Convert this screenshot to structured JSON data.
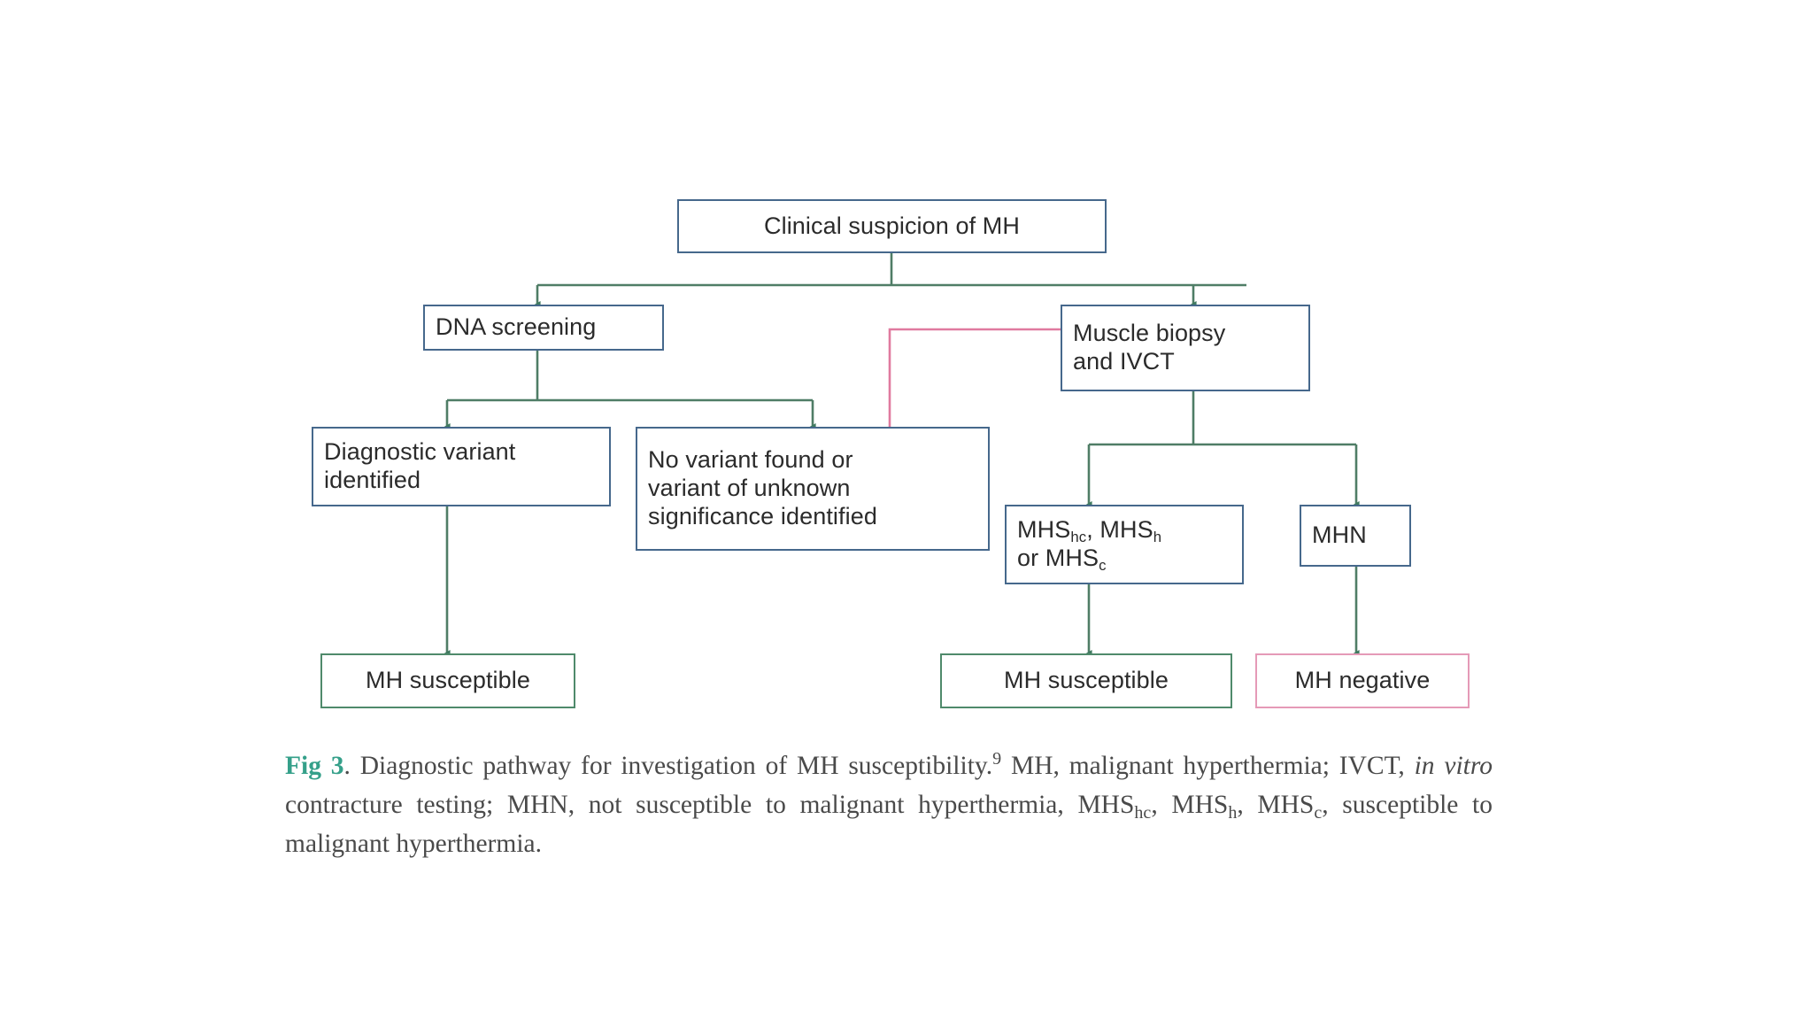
{
  "figure": {
    "colors": {
      "node_border_blue": "#46688c",
      "node_border_green": "#4f8a6b",
      "node_border_pink": "#e59ab7",
      "connector_green": "#4f7d66",
      "connector_pink": "#e07a9f",
      "caption_label": "#35a08a",
      "background": "#ffffff"
    },
    "nodes": {
      "clinical_suspicion": "Clinical suspicion of MH",
      "dna_screening": "DNA screening",
      "muscle_biopsy": "Muscle biopsy and IVCT",
      "muscle_biopsy_line1": "Muscle biopsy",
      "muscle_biopsy_line2": "and IVCT",
      "diagnostic_variant_line1": "Diagnostic variant",
      "diagnostic_variant_line2": "identified",
      "no_variant_line1": "No variant found or",
      "no_variant_line2": "variant of unknown",
      "no_variant_line3": "significance identified",
      "mhs_line1_a": "MHS",
      "mhs_line1_a_sub": "hc",
      "mhs_line1_sep": ", MHS",
      "mhs_line1_b_sub": "h",
      "mhs_line2": "or MHS",
      "mhs_line2_sub": "c",
      "mhn": "MHN",
      "mh_susceptible_left": "MH susceptible",
      "mh_susceptible_right": "MH susceptible",
      "mh_negative": "MH negative"
    },
    "caption": {
      "label": "Fig 3",
      "part1": ". Diagnostic pathway for investigation of MH susceptibility.",
      "ref": "9",
      "part2": " MH, malignant hyperthermia; IVCT, ",
      "italic": "in vitro",
      "part3": " contracture testing; MHN, not susceptible to malignant hyperthermia, MHS",
      "sub1": "hc",
      "part4": ", MHS",
      "sub2": "h",
      "part5": ", MHS",
      "sub3": "c",
      "part6": ", susceptible to malignant hyperthermia."
    }
  }
}
